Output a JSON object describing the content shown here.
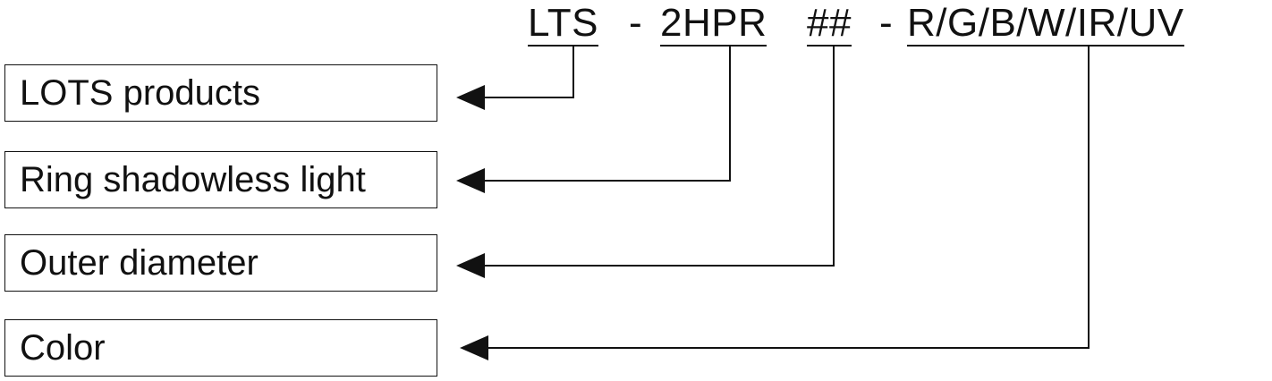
{
  "code": {
    "prefix": "LTS",
    "sep1": "-",
    "model": "2HPR",
    "size": "##",
    "sep2": "-",
    "color": "R/G/B/W/IR/UV"
  },
  "labels": [
    "LOTS products",
    "Ring shadowless light",
    "Outer diameter",
    "Color"
  ],
  "colors": {
    "line": "#111111",
    "background": "#ffffff"
  }
}
